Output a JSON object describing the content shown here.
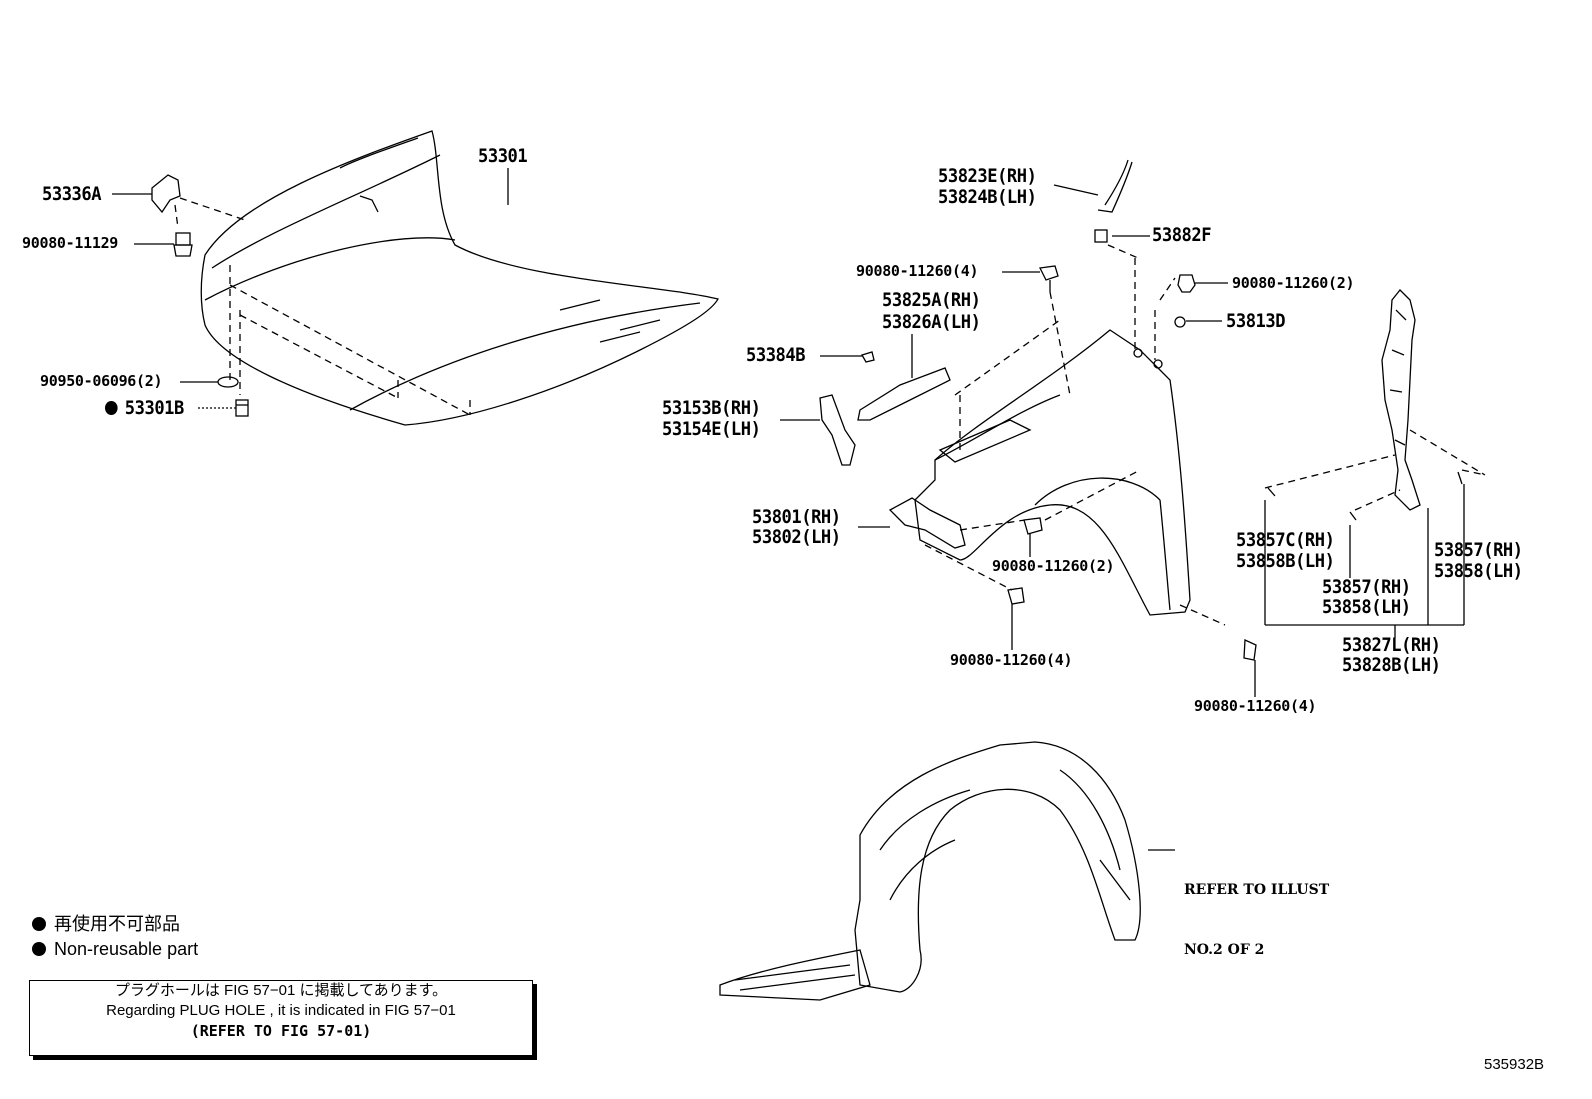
{
  "parts": {
    "p53336A": "53336A",
    "p90080_11129": "90080-11129",
    "p90950_06096": "90950-06096(2)",
    "p53301B": "53301B",
    "p53301": "53301",
    "p53823E": "53823E(RH)",
    "p53824B": "53824B(LH)",
    "p53882F": "53882F",
    "p90080_11260_4a": "90080-11260(4)",
    "p90080_11260_2a": "90080-11260(2)",
    "p53813D": "53813D",
    "p53825A": "53825A(RH)",
    "p53826A": "53826A(LH)",
    "p53384B": "53384B",
    "p53153B": "53153B(RH)",
    "p53154E": "53154E(LH)",
    "p53801": "53801(RH)",
    "p53802": "53802(LH)",
    "p90080_11260_2b": "90080-11260(2)",
    "p90080_11260_4b": "90080-11260(4)",
    "p90080_11260_4c": "90080-11260(4)",
    "p53857C": "53857C(RH)",
    "p53858B": "53858B(LH)",
    "p53857_r1": "53857(RH)",
    "p53858_r1": "53858(LH)",
    "p53857_r2": "53857(RH)",
    "p53858_r2": "53858(LH)",
    "p53827L": "53827L(RH)",
    "p53828B": "53828B(LH)"
  },
  "refer_note": {
    "line1": "REFER TO ILLUST",
    "line2": "NO.2 OF 2"
  },
  "legend": {
    "jp": "再使用不可部品",
    "en": "Non-reusable part"
  },
  "note_box": {
    "line1": "プラグホールは FIG 57−01 に掲載してあります。",
    "line2": "Regarding  PLUG  HOLE , it is indicated in  FIG  57−01",
    "line3": "(REFER TO FIG 57-01)"
  },
  "figure_code": "535932B"
}
